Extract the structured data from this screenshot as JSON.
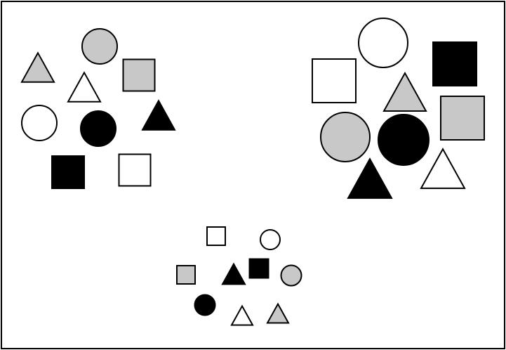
{
  "colors": {
    "background": "#ffffff",
    "frame": "#000000",
    "stroke": "#000000",
    "white": "#ffffff",
    "gray": "#c8c8c8",
    "black": "#000000"
  },
  "groups": [
    {
      "name": "top-left-group",
      "scale": "medium",
      "shapes": [
        {
          "shape": "circle",
          "fill": "gray"
        },
        {
          "shape": "triangle",
          "fill": "gray"
        },
        {
          "shape": "square",
          "fill": "gray"
        },
        {
          "shape": "triangle",
          "fill": "white"
        },
        {
          "shape": "circle",
          "fill": "white"
        },
        {
          "shape": "circle",
          "fill": "black"
        },
        {
          "shape": "triangle",
          "fill": "black"
        },
        {
          "shape": "square",
          "fill": "black"
        },
        {
          "shape": "square",
          "fill": "white"
        }
      ]
    },
    {
      "name": "top-right-group",
      "scale": "large",
      "shapes": [
        {
          "shape": "circle",
          "fill": "white"
        },
        {
          "shape": "square",
          "fill": "black"
        },
        {
          "shape": "square",
          "fill": "white"
        },
        {
          "shape": "triangle",
          "fill": "gray"
        },
        {
          "shape": "square",
          "fill": "gray"
        },
        {
          "shape": "circle",
          "fill": "gray"
        },
        {
          "shape": "circle",
          "fill": "black"
        },
        {
          "shape": "triangle",
          "fill": "black"
        },
        {
          "shape": "triangle",
          "fill": "white"
        }
      ]
    },
    {
      "name": "bottom-center-group",
      "scale": "small",
      "shapes": [
        {
          "shape": "square",
          "fill": "white"
        },
        {
          "shape": "circle",
          "fill": "white"
        },
        {
          "shape": "square",
          "fill": "gray"
        },
        {
          "shape": "triangle",
          "fill": "black"
        },
        {
          "shape": "square",
          "fill": "black"
        },
        {
          "shape": "circle",
          "fill": "gray"
        },
        {
          "shape": "circle",
          "fill": "black"
        },
        {
          "shape": "triangle",
          "fill": "white"
        },
        {
          "shape": "triangle",
          "fill": "gray"
        }
      ]
    }
  ]
}
